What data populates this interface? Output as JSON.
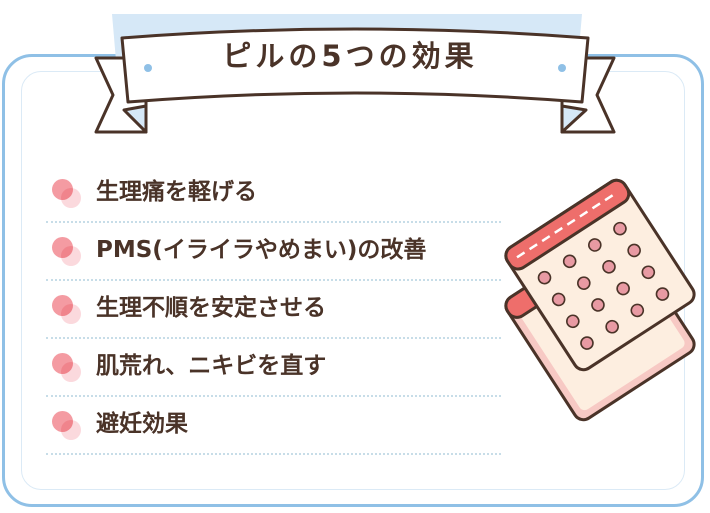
{
  "title": "ピルの5つの効果",
  "items": [
    {
      "label": "生理痛を軽げる"
    },
    {
      "label": "PMS(イライラやめまい)の改善"
    },
    {
      "label": "生理不順を安定させる"
    },
    {
      "label": "肌荒れ、ニキビを直す"
    },
    {
      "label": "避妊効果"
    }
  ],
  "colors": {
    "frame_blue": "#8fc0e6",
    "ribbon_blue": "#d6e8f7",
    "text_brown": "#4a3328",
    "bullet_pink": "#f49ba2",
    "pill_red": "#ee6e6b",
    "pill_cream": "#fdeee0",
    "pill_dot": "#e89aa3"
  },
  "icons": {
    "bullet": "double-circle-bullet-icon",
    "illustration": "pill-pack-icon"
  }
}
